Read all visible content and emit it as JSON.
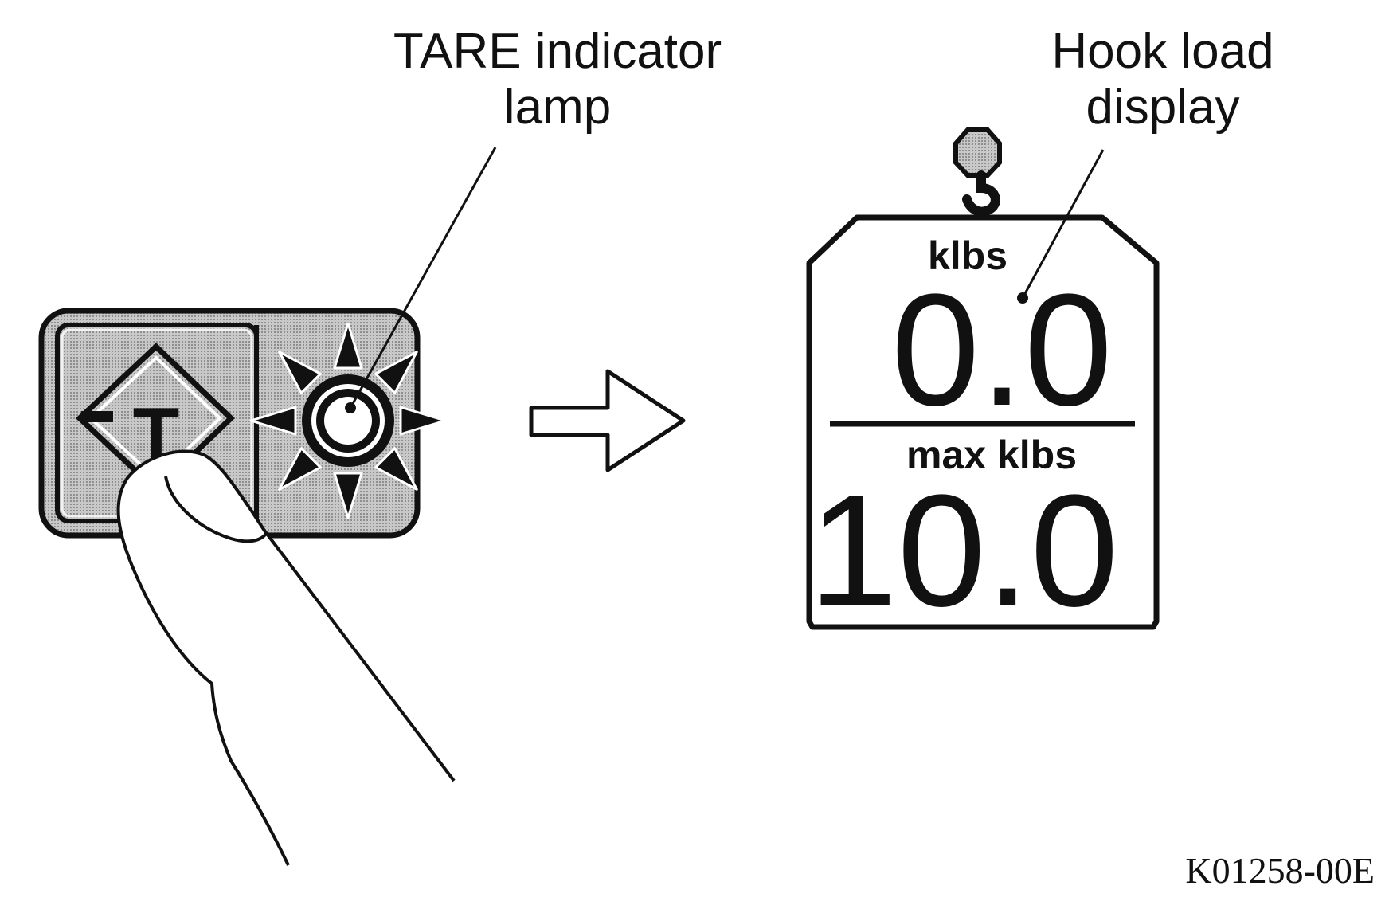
{
  "callouts": {
    "tare_lamp": {
      "line1": "TARE indicator",
      "line2": "lamp"
    },
    "hook_load": {
      "line1": "Hook load",
      "line2": "display"
    }
  },
  "display": {
    "unit_label": "klbs",
    "hook_load_value": "0.0",
    "max_label": "max klbs",
    "max_value": "10.0"
  },
  "tare_button": {
    "symbol": "T"
  },
  "figure_id": "K01258-00E",
  "icons": [
    "tare-button-icon",
    "indicator-lamp-icon",
    "finger-icon",
    "right-arrow-icon",
    "crane-hook-icon"
  ],
  "colors": {
    "ink": "#111111",
    "panel_gray": "#b5b5b5",
    "button_gray": "#9a9a9a",
    "background": "#ffffff"
  }
}
